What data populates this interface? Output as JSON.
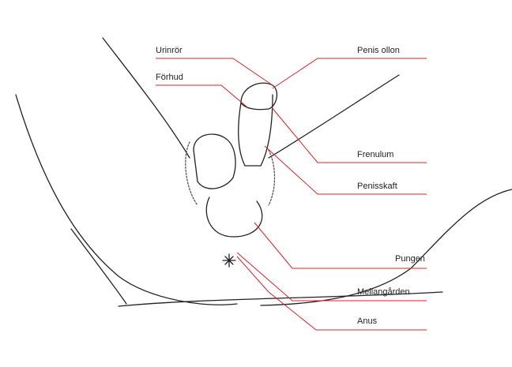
{
  "diagram": {
    "accent_color": "#d8232a",
    "labels": {
      "urinror": "Urinrör",
      "forhud": "Förhud",
      "penis_ollon": "Penis ollon",
      "frenulum": "Frenulum",
      "penisskaft": "Penisskaft",
      "pungen": "Pungen",
      "mellangarden": "Mellangården",
      "anus": "Anus"
    }
  }
}
